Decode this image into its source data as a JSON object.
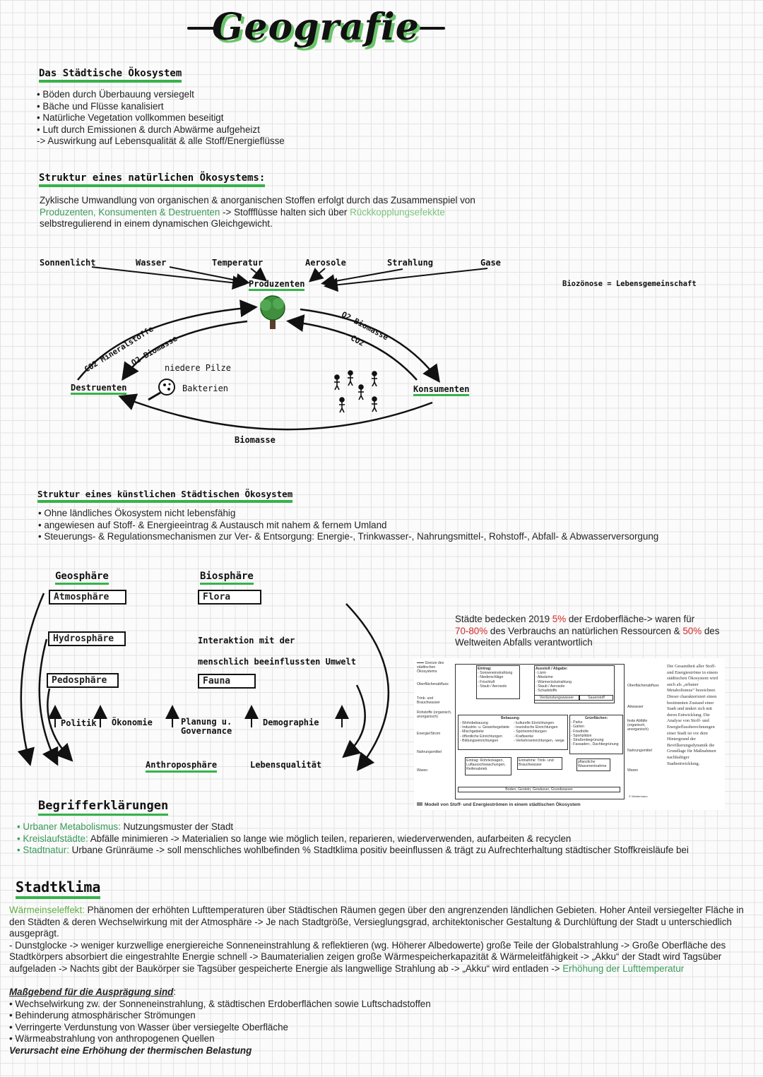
{
  "title": "Geografie",
  "s1": {
    "heading": "Das Städtische Ökosystem",
    "bullets": [
      "• Böden durch Überbauung versiegelt",
      "• Bäche und Flüsse kanalisiert",
      "• Natürliche Vegetation vollkommen beseitigt",
      "• Luft durch Emissionen & durch Abwärme aufgeheizt"
    ],
    "arrow_line": "-> Auswirkung auf Lebensqualität & alle Stoff/Energieflüsse"
  },
  "s2": {
    "heading": "Struktur eines natürlichen Ökosystems:",
    "line1": "Zyklische Umwandlung von organischen & anorganischen Stoffen erfolgt durch das Zusammenspiel von",
    "line2_green": "Produzenten, Konsumenten & Destruenten",
    "line2_mid": " -> Stoffflüsse halten sich über ",
    "line2_lgreen": "Rückkopplungsefekkte",
    "line3": "selbstregulierend in einem dynamischen Gleichgewicht."
  },
  "cycle": {
    "inputs": [
      "Sonnenlicht",
      "Wasser",
      "Temperatur",
      "Aerosole",
      "Strahlung",
      "Gase"
    ],
    "producers": "Produzenten",
    "biozoenose": "Biozönose = Lebensgemeinschaft",
    "co2_minerals": "CO2 Mineralstoffe",
    "o2_biomass_left": "O2 Biomasse",
    "o2_biomass_right": "O2 Biomasse",
    "co2_right": "CO2",
    "lower_fungi": "niedere Pilze",
    "bacteria": "Bakterien",
    "destruents": "Destruenten",
    "consumers": "Konsumenten",
    "biomass_bottom": "Biomasse"
  },
  "s3": {
    "heading": "Struktur eines künstlichen Städtischen Ökosystem",
    "bullets": [
      "• Ohne ländliches Ökosystem nicht lebensfähig",
      "• angewiesen auf Stoff- & Energieeintrag & Austausch mit nahem & fernem Umland",
      "• Steuerungs- & Regulationsmechanismen zur Ver- & Entsorgung: Energie-, Trinkwasser-, Nahrungsmittel-, Rohstoff-, Abfall- & Abwasserversorgung"
    ]
  },
  "spheres": {
    "geo": "Geosphäre",
    "bio": "Biosphäre",
    "atmo": "Atmosphäre",
    "hydro": "Hydrosphäre",
    "pedo": "Pedosphäre",
    "flora": "Flora",
    "fauna": "Fauna",
    "interaction1": "Interaktion mit der",
    "interaction2": "menschlich beeinflussten Umwelt",
    "politik": "Politik",
    "oekonomie": "Ökonomie",
    "planung1": "Planung u.",
    "planung2": "Governance",
    "demographie": "Demographie",
    "anthro": "Anthroposphäre",
    "lebensq": "Lebensqualität"
  },
  "cities": {
    "p1": "Städte bedecken 2019 ",
    "v1": "5%",
    "p2": "  der Erdoberfläche-> waren für",
    "v2": "70-80%",
    "p3": "  des Verbrauchs an natürlichen Ressourcen & ",
    "v3": "50%",
    "p4": " des",
    "p5": "Weltweiten Abfalls verantwortlich"
  },
  "model": {
    "caption": "Modell von Stoff- und Energieströmen in einem städtischen Ökosystem",
    "legend": "Grenze des städtischen Ökosystems",
    "eintrag_title": "Eintrag:",
    "eintrag_items": [
      "- Sonneneinstrahlung",
      "- Niederschläge",
      "- Frischluft",
      "- Staub / Aerosole"
    ],
    "ausstoss_title": "Ausstoß / Abgabe:",
    "ausstoss_items": [
      "- Lärm",
      "- Abwärme",
      "- Wärmerückstrahlung",
      "- Staub / Aerosole",
      "- Schadstoffe"
    ],
    "verdunstung": "Verdunstungswasser",
    "sauerstoff": "Sauerstoff",
    "bebauung": "Bebauung:",
    "bebauung_items": [
      "- Wohnbebauung",
      "- Industrie- u. Gewerbegebiete",
      "- Mischgebiete",
      "- öffentliche Einrichtungen",
      "- Bildungseinrichtungen"
    ],
    "kultur_items": [
      "- kulturelle Einrichtungen",
      "- touristische Einrichtungen",
      "- Sporteinrichtungen",
      "- Kraftwerke",
      "- Verkehrseinrichtungen, -wege"
    ],
    "gruen_title": "Grünflächen:",
    "gruen_items": [
      "- Parks",
      "- Gärten",
      "- Friedhöfe",
      "- Sportplätze",
      "- Straßenbegrünung",
      "- Fassaden-, Dachbegrünung"
    ],
    "left_labels": [
      "Oberflächenabfluss",
      "Trink- und Brauchwasser",
      "Rohstoffe (organisch, anorganisch)",
      "Energie/Strom",
      "Nahrungsmittel",
      "Waren"
    ],
    "right_labels": [
      "Oberflächenabfluss",
      "Abwasser",
      "feste Abfälle (organisch, anorganisch)",
      "Nahrungsmittel",
      "Waren"
    ],
    "entrag_box": "Eintrag: Rohrleckagen, Luftausschwaschungen, Reifenabrieb",
    "entnahme_box": "Entnahme: Trink- und Brauchwasser",
    "pflanz_box": "pflanzliche Wasserentnahme",
    "bottom_box": "Boden, Gestein, Gewässer, Grundwasser",
    "copyright": "© Westermann",
    "side_text": "Die Gesamtheit aller Stoff- und Energieströme in einem städtischen Ökosystem wird auch als „urbaner Metabolismus“ bezeichnet. Dieser charakterisiert einen bestimmten Zustand einer Stadt und ändert sich mit deren Entwicklung. Die Analyse von Stoff- und Energieflussberechnungen einer Stadt ist vor dem Hintergrund der Bevölkerungsdynamik die Grundlage für Maßnahmen nachhaltiger Stadtentwicklung."
  },
  "defs": {
    "heading": "Begrifferklärungen",
    "items": [
      {
        "term": "• Urbaner Metabolismus:",
        "text": "  Nutzungsmuster der Stadt"
      },
      {
        "term": "• Kreislaufstädte:",
        "text": " Abfälle minimieren -> Materialien so lange wie möglich teilen, reparieren, wiederverwenden, aufarbeiten & recyclen"
      },
      {
        "term": "• Stadtnatur:",
        "text": " Urbane Grünräume -> soll menschliches wohlbefinden % Stadtklima positiv beeinflussen & trägt zu Aufrechterhaltung städtischer Stoffkreisläufe bei"
      }
    ]
  },
  "klima": {
    "heading": "Stadtklima",
    "w_term": "Wärmeinseleffekt:",
    "w_text": " Phänomen der erhöhten Lufttemperaturen über Städtischen Räumen gegen über den angrenzenden ländlichen Gebieten. Hoher Anteil versiegelter Fläche in den Städten & deren Wechselwirkung mit der Atmosphäre -> Je nach Stadtgröße, Versieglungsgrad, architektonischer Gestaltung & Durchlüftung der Stadt u unterschiedlich ausgeprägt.",
    "d_text": "  - Dunstglocke -> weniger kurzwellige energiereiche Sonneneinstrahlung & reflektieren (wg. Höherer Albedowerte) große Teile der Globalstrahlung -> Große Oberfläche des Stadtkörpers absorbiert die eingestrahlte Energie schnell -> Baumaterialien zeigen große Wärmespeicherkapazität & Wärmeleitfähigkeit -> „Akku“ der Stadt wird Tagsüber aufgeladen -> Nachts gibt der Baukörper sie Tagsüber gespeicherte Energie als langwellige Strahlung ab -> „Akku“ wird entladen -> ",
    "d_green": "Erhöhung der Lufttemperatur",
    "mass_heading": "Maßgebend für die Ausprägung sind",
    "mass_colon": ":",
    "mass_items": [
      "• Wechselwirkung zw.  der Sonneneinstrahlung, & städtischen Erdoberflächen sowie Luftschadstoffen",
      "• Behinderung atmosphärischer Strömungen",
      "• Verringerte Verdunstung von Wasser über versiegelte Oberfläche",
      "• Wärmeabstrahlung von anthropogenen Quellen"
    ],
    "conclusion": "Verursacht eine Erhöhung der thermischen Belastung"
  },
  "colors": {
    "accent_green": "#36b24a",
    "text_green": "#3a9a5a",
    "light_green": "#7cc47a",
    "red": "#d52a2a"
  }
}
